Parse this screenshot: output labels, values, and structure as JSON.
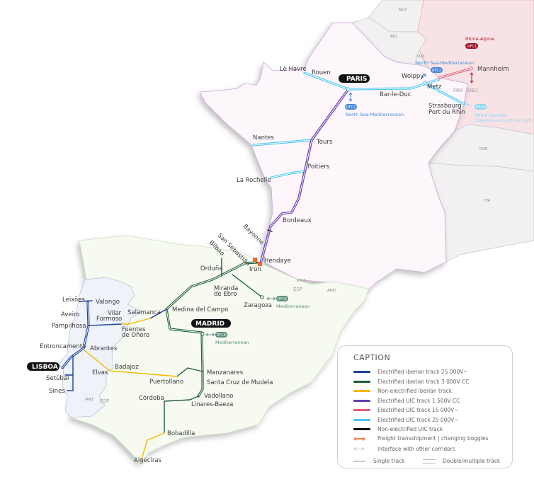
{
  "countries": {
    "nld": "NLD",
    "bel": "BEL",
    "lux": "LUX",
    "deu": "DEU",
    "fra": "FRA",
    "che": "CHE",
    "ita": "ITA",
    "esp": "ESP",
    "prt": "PRT",
    "and": "AND"
  },
  "capitals": {
    "paris": "PARIS",
    "madrid": "MADRID",
    "lisboa": "LISBOA"
  },
  "cities": {
    "le_havre": "Le Havre",
    "rouen": "Rouen",
    "woippy": "Woippy",
    "metz": "Metz",
    "mannheim": "Mannheim",
    "bar_le_duc": "Bar-le-Duc",
    "strasbourg": "Strasbourg",
    "port_du_rhin": "Port du Rhin",
    "nantes": "Nantes",
    "tours": "Tours",
    "poitiers": "Poitiers",
    "la_rochelle": "La Rochelle",
    "bordeaux": "Bordeaux",
    "bayonne": "Bayonne",
    "san_sebastian": "San Sebastián",
    "bilbao": "Bilbao",
    "hendaye": "Hendaye",
    "irun": "Irún",
    "orduna": "Orduña",
    "miranda1": "Miranda",
    "miranda2": "de Ebro",
    "zaragoza": "Zaragoza",
    "medina": "Medina del Campo",
    "salamanca": "Salamanca",
    "vilar1": "Vilar",
    "vilar2": "Formoso",
    "fuentes1": "Fuentes",
    "fuentes2": "de Oñoro",
    "valongo": "Valongo",
    "leixoes": "Leixões",
    "aveiro": "Aveiro",
    "pampilhosa": "Pampilhosa",
    "entroncamento": "Entroncamento",
    "abrantes": "Abrantes",
    "elvas": "Elvas",
    "badajoz": "Badajoz",
    "setubal": "Setúbal",
    "sines": "Sines",
    "puertollano": "Puertollano",
    "manzanares": "Manzanares",
    "santa_cruz": "Santa Cruz de Mudela",
    "vadollano": "Vadollano",
    "linares": "Linares-Baeza",
    "cordoba": "Córdoba",
    "bobadilla": "Bobadilla",
    "algeciras": "Algeciras"
  },
  "corridors": {
    "rfc1": {
      "badge": "RFC1",
      "name": "Rhine-Alpine"
    },
    "rfc2_north": {
      "badge": "RFC2",
      "name": "North Sea-Mediterranean"
    },
    "rfc2_paris": {
      "badge": "RFC2",
      "name": "North Sea-Mediterranean"
    },
    "rfc9": {
      "badge": "RFC9",
      "name": "Rhine-Danube",
      "note": "(Establishment by 10 Nov. 2020)"
    },
    "rfc6_zaragoza": {
      "badge": "RFC6",
      "name": "Mediterranean"
    },
    "rfc6_madrid": {
      "badge": "RFC6",
      "name": "Mediterranean"
    }
  },
  "caption": {
    "title": "CAPTION",
    "items": [
      {
        "label": "Electrified iberian track 25 000V~",
        "color": "#1a3fa0"
      },
      {
        "label": "Electrified iberian track 3 000V CC",
        "color": "#1e5e2e"
      },
      {
        "label": "Non-electrified iberian track",
        "color": "#f5b800"
      },
      {
        "label": "Electrified UIC track 1 500V CC",
        "color": "#6a3fb0"
      },
      {
        "label": "Electrified UIC track 15 000V~",
        "color": "#ea5a7a"
      },
      {
        "label": "Electrified UIC track 25 000V~",
        "color": "#4cc6f2"
      },
      {
        "label": "Non-electrified UIC track",
        "color": "#111111"
      }
    ],
    "freight": "Freight transshipment | changing boggies",
    "interface": "Interface with other corridors",
    "single": "Single track",
    "double": "Double/multiple track"
  }
}
